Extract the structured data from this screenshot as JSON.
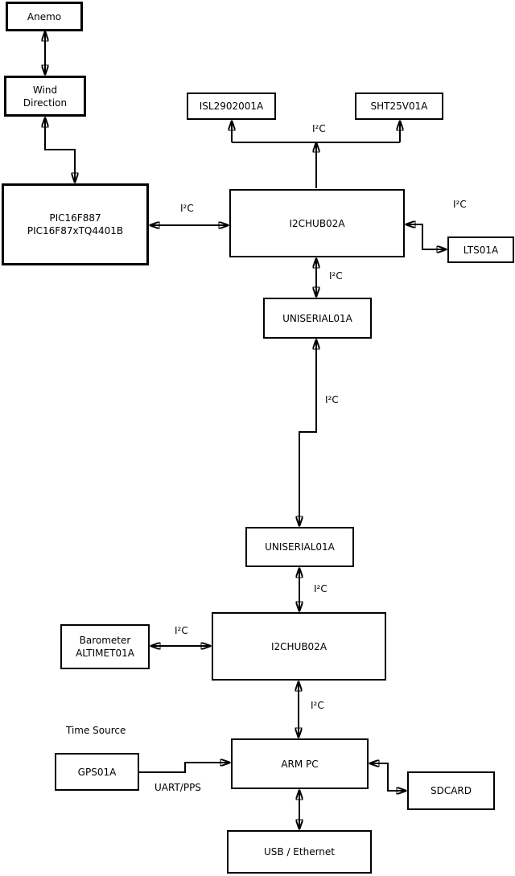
{
  "nodes": {
    "anemo": {
      "label": "Anemo"
    },
    "wind_direction": {
      "line1": "Wind",
      "line2": "Direction"
    },
    "pic": {
      "line1": "PIC16F887",
      "line2": "PIC16F87xTQ4401B"
    },
    "isl": {
      "label": "ISL2902001A"
    },
    "sht": {
      "label": "SHT25V01A"
    },
    "hub1": {
      "label": "I2CHUB02A"
    },
    "lts": {
      "label": "LTS01A"
    },
    "uniserial1": {
      "label": "UNISERIAL01A"
    },
    "uniserial2": {
      "label": "UNISERIAL01A"
    },
    "hub2": {
      "label": "I2CHUB02A"
    },
    "barometer": {
      "line1": "Barometer",
      "line2": "ALTIMET01A"
    },
    "arm_pc": {
      "label": "ARM PC"
    },
    "gps": {
      "label": "GPS01A"
    },
    "sdcard": {
      "label": "SDCARD"
    },
    "usb_ethernet": {
      "label": "USB / Ethernet"
    }
  },
  "edge_labels": {
    "sensors_bus": "I²C",
    "pic_hub1": "I²C",
    "hub1_lts": "I²C",
    "hub1_uniserial1": "I²C",
    "uniserial_link": "I²C",
    "uniserial2_hub2": "I²C",
    "barometer_hub2": "I²C",
    "hub2_armpc": "I²C",
    "gps_time_source": "Time Source",
    "gps_armpc": "UART/PPS"
  },
  "edges": [
    {
      "from": "Anemo",
      "to": "Wind Direction",
      "arrows": "both"
    },
    {
      "from": "Wind Direction",
      "to": "PIC16F887 PIC16F87xTQ4401B",
      "arrows": "both"
    },
    {
      "from": "PIC16F887 PIC16F87xTQ4401B",
      "to": "I2CHUB02A (upper)",
      "arrows": "both",
      "label": "I²C"
    },
    {
      "from": "I2CHUB02A (upper)",
      "to": "ISL2902001A",
      "arrows": "both",
      "label": "I²C"
    },
    {
      "from": "I2CHUB02A (upper)",
      "to": "SHT25V01A",
      "arrows": "both",
      "label": "I²C"
    },
    {
      "from": "I2CHUB02A (upper)",
      "to": "LTS01A",
      "arrows": "both",
      "label": "I²C"
    },
    {
      "from": "I2CHUB02A (upper)",
      "to": "UNISERIAL01A (upper)",
      "arrows": "both",
      "label": "I²C"
    },
    {
      "from": "UNISERIAL01A (upper)",
      "to": "UNISERIAL01A (lower)",
      "arrows": "both",
      "label": "I²C"
    },
    {
      "from": "UNISERIAL01A (lower)",
      "to": "I2CHUB02A (lower)",
      "arrows": "both",
      "label": "I²C"
    },
    {
      "from": "Barometer ALTIMET01A",
      "to": "I2CHUB02A (lower)",
      "arrows": "both",
      "label": "I²C"
    },
    {
      "from": "I2CHUB02A (lower)",
      "to": "ARM PC",
      "arrows": "both",
      "label": "I²C"
    },
    {
      "from": "GPS01A",
      "to": "ARM PC",
      "arrows": "to",
      "label": "UART/PPS"
    },
    {
      "from": "ARM PC",
      "to": "SDCARD",
      "arrows": "both"
    },
    {
      "from": "ARM PC",
      "to": "USB / Ethernet",
      "arrows": "both"
    }
  ],
  "colors": {
    "background": "#ffffff",
    "line": "#000000",
    "node_fill": "#ffffff",
    "text": "#000000"
  }
}
